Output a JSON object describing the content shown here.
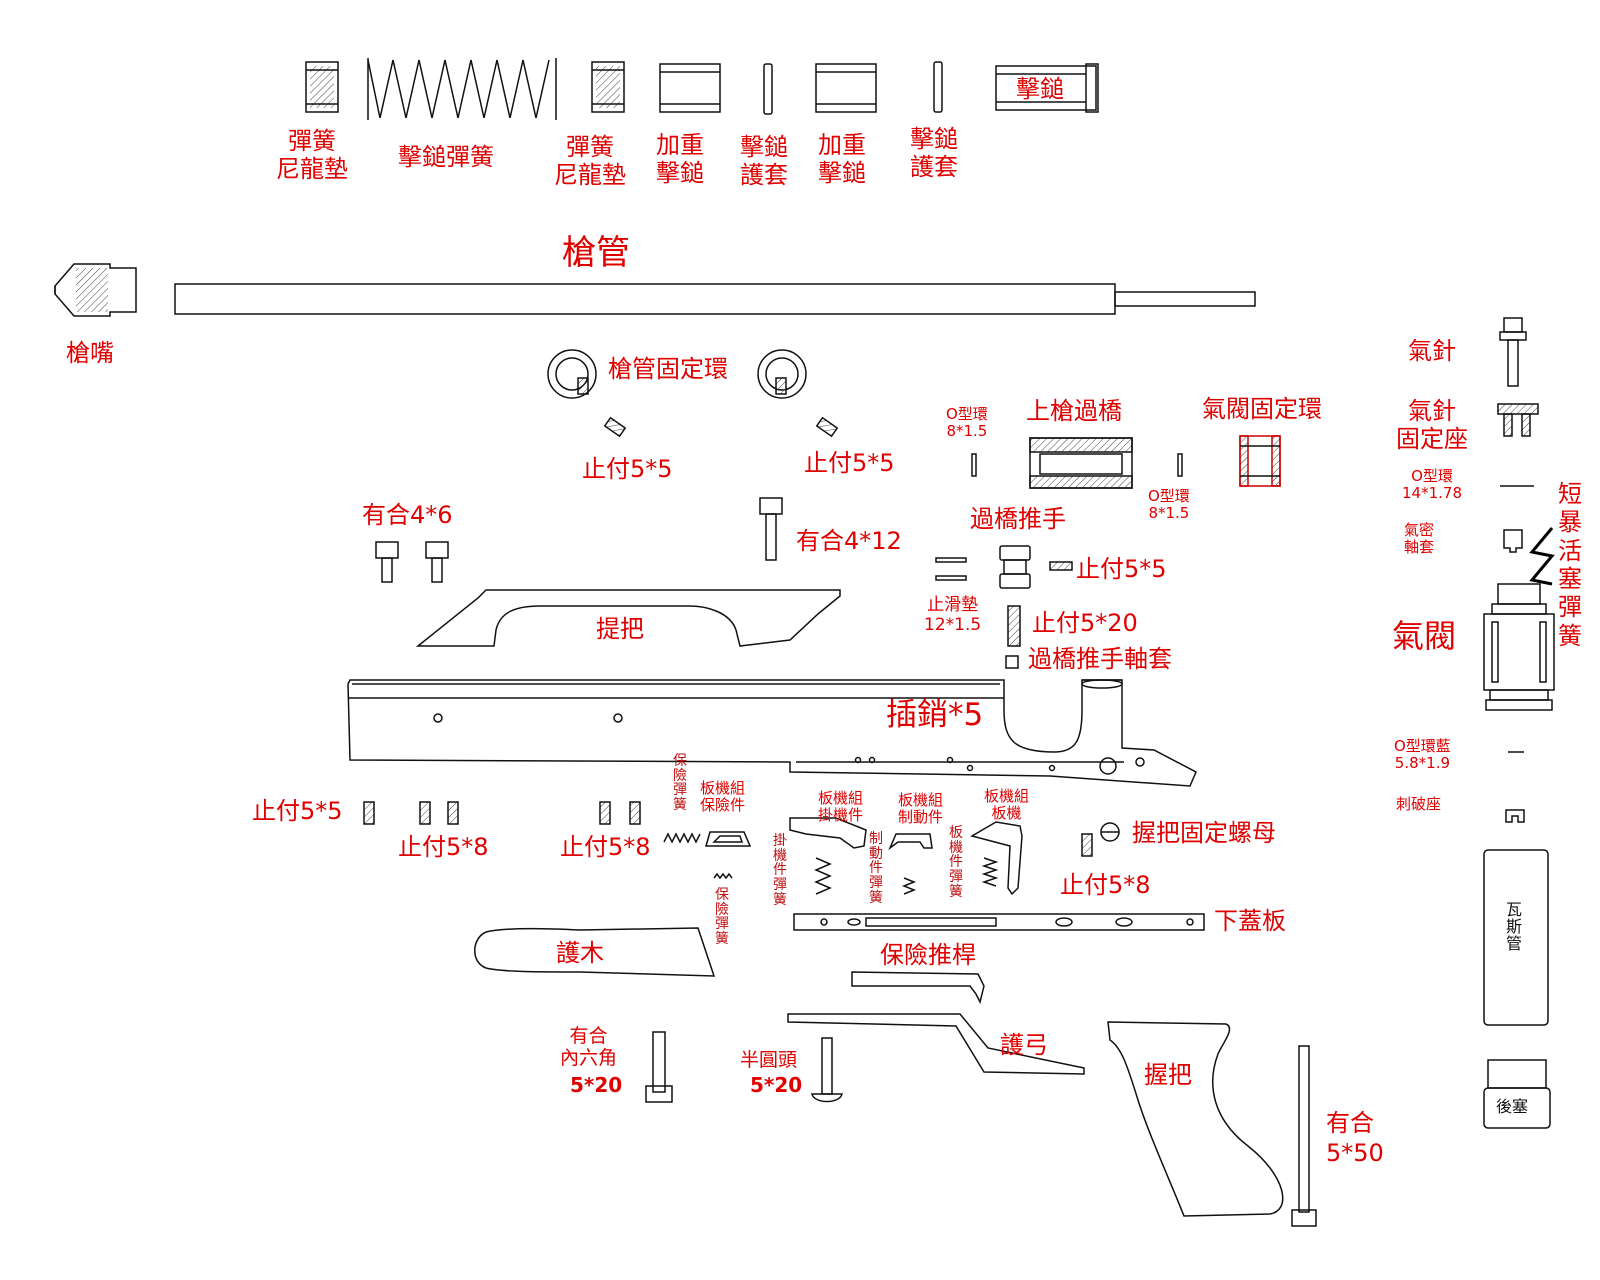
{
  "labels": {
    "spring_nylon_pad_1": "彈簧\n尼龍墊",
    "hammer_spring": "擊鎚彈簧",
    "spring_nylon_pad_2": "彈簧\n尼龍墊",
    "weight_hammer_1": "加重\n擊鎚",
    "hammer_sleeve_1": "擊鎚\n護套",
    "weight_hammer_2": "加重\n擊鎚",
    "hammer_sleeve_2": "擊鎚\n護套",
    "hammer": "擊鎚",
    "barrel": "槍管",
    "muzzle": "槍嘴",
    "barrel_fixing_ring": "槍管固定環",
    "set_screw_5x5_a": "止付5*5",
    "set_screw_5x5_b": "止付5*5",
    "o_ring_8x1_5_a": "O型環\n8*1.5",
    "upper_bridge": "上槍過橋",
    "valve_fixing_ring": "氣閥固定環",
    "o_ring_8x1_5_b": "O型環\n8*1.5",
    "gas_needle": "氣針",
    "gas_needle_seat": "氣針\n固定座",
    "o_ring_14x1_78": "O型環\n14*1.78",
    "short_violent_piston_spring": "短\n暴\n活\n塞\n彈\n簧",
    "seal_sleeve": "氣密\n軸套",
    "gas_valve": "氣閥",
    "cap_screw_4x6": "有合4*6",
    "cap_screw_4x12": "有合4*12",
    "bridge_pusher": "過橋推手",
    "set_screw_5x5_c": "止付5*5",
    "stop_pad": "止滑墊\n12*1.5",
    "set_screw_5x20": "止付5*20",
    "bridge_pusher_bushing": "過橋推手軸套",
    "carry_handle": "提把",
    "pin_x5": "插銷*5",
    "o_ring_blue": "O型環藍\n5.8*1.9",
    "piercing_seat": "刺破座",
    "safety_spring_v": "保險彈簧",
    "trigger_safety": "板機組\n保險件",
    "trigger_sear": "板機組\n掛機件",
    "trigger_brake": "板機組\n制動件",
    "trigger": "板機組\n板機",
    "set_screw_5x5_d": "止付5*5",
    "set_screw_5x8_a": "止付5*8",
    "set_screw_5x8_b": "止付5*8",
    "sear_spring": "掛機件彈簧",
    "brake_spring": "制動件彈簧",
    "trigger_spring": "板機件彈簧",
    "grip_fixing_nut": "握把固定螺母",
    "set_screw_5x8_c": "止付5*8",
    "safety_spring_2": "保險彈簧",
    "bottom_cover": "下蓋板",
    "handguard": "護木",
    "safety_push_rod": "保險推桿",
    "gas_tube": "瓦斯管",
    "cap_screw_hex_title": "有合\n內六角",
    "cap_screw_hex_size": "5*20",
    "round_head_title": "半圓頭",
    "round_head_size": "5*20",
    "trigger_guard": "護弓",
    "grip": "握把",
    "cap_screw_5x50_title": "有合",
    "cap_screw_5x50_size": "5*50",
    "rear_plug": "後塞"
  }
}
